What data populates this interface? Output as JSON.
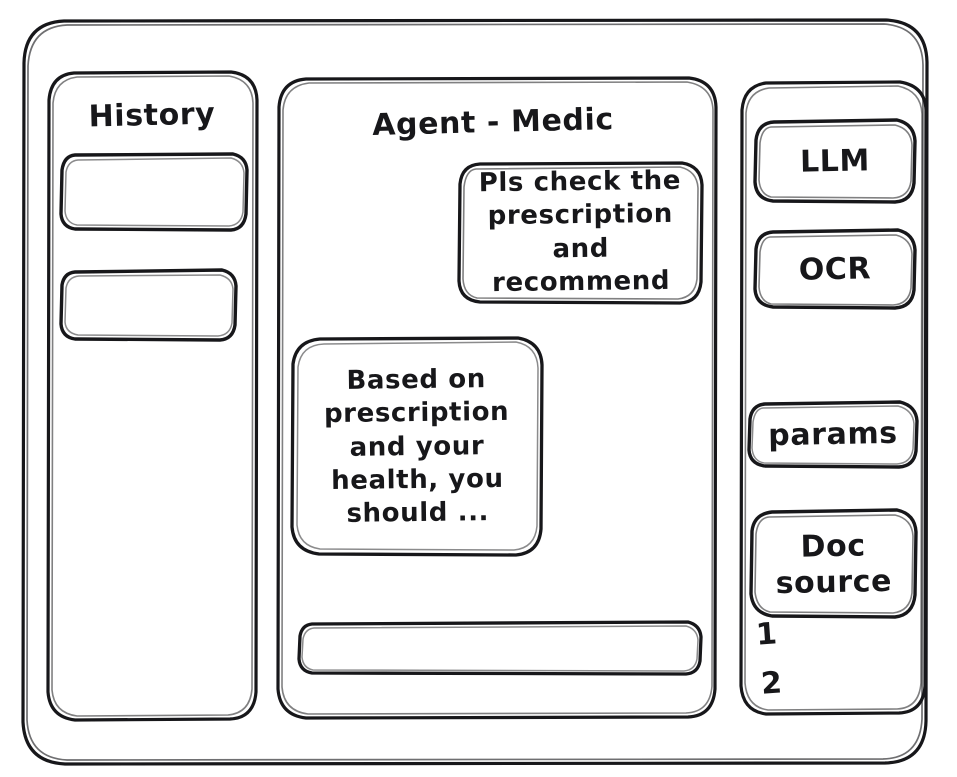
{
  "window": {
    "name": "agent-medic-wireframe"
  },
  "sidebar_left": {
    "title": "History",
    "items": [
      {
        "label": "",
        "name": "history-item-1"
      },
      {
        "label": "",
        "name": "history-item-2"
      }
    ]
  },
  "main": {
    "title": "Agent - Medic",
    "messages": [
      {
        "role": "user",
        "text": "Pls check the\nprescription\nand recommend"
      },
      {
        "role": "agent",
        "text": "Based on\nprescription\nand your\nhealth, you\nshould ..."
      }
    ],
    "composer": {
      "value": "",
      "placeholder": ""
    }
  },
  "sidebar_right": {
    "tools": [
      {
        "label": "LLM"
      },
      {
        "label": "OCR"
      }
    ],
    "params": {
      "label": "params"
    },
    "doc_source": {
      "label": "Doc\nsource"
    },
    "doc_list": [
      {
        "marker": "1"
      },
      {
        "marker": "2"
      }
    ]
  },
  "style": {
    "ink": "#17171a",
    "paper": "#ffffff"
  }
}
